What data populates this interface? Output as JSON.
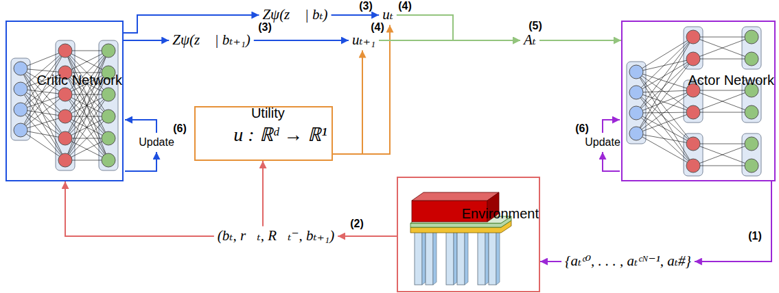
{
  "diagram": {
    "nodes": [
      {
        "text": [
          "Critic Network"
        ]
      },
      {
        "text": [
          "Zψ(z⃗ | bₜ)"
        ]
      },
      {
        "text": [
          "Zψ(z⃗ | bₜ₊₁)"
        ]
      },
      {
        "text": [
          "uₜ"
        ]
      },
      {
        "text": [
          "uₜ₊₁"
        ]
      },
      {
        "text": [
          "Aₜ"
        ]
      },
      {
        "text": [
          "Actor Network"
        ]
      },
      {
        "text": [
          "Utility",
          "u : ℝᵈ → ℝ¹"
        ]
      },
      {
        "text": [
          "(bₜ, r⃗ₜ, R⃗ₜ⁻, bₜ₊₁)"
        ]
      },
      {
        "text": [
          "Environment"
        ]
      },
      {
        "text": [
          "{aₜᶜ⁰, . . . , aₜᶜᴺ⁻¹, aₜ#}"
        ]
      }
    ],
    "edges": [
      {
        "from": 0,
        "to": 1,
        "arrow": "to"
      },
      {
        "from": 0,
        "to": 2,
        "arrow": "to"
      },
      {
        "from": 1,
        "to": 3,
        "arrow": "to"
      },
      {
        "from": 2,
        "to": 4,
        "arrow": "to"
      },
      {
        "from": 7,
        "to": 3,
        "arrow": "to"
      },
      {
        "from": 7,
        "to": 4,
        "arrow": "to"
      },
      {
        "from": 3,
        "to": 5,
        "arrow": "to"
      },
      {
        "from": 4,
        "to": 5,
        "arrow": "to"
      },
      {
        "from": 5,
        "to": 6,
        "arrow": "to"
      },
      {
        "from": 6,
        "to": 10,
        "arrow": "to"
      },
      {
        "from": 10,
        "to": 9,
        "arrow": "to"
      },
      {
        "from": 9,
        "to": 8,
        "arrow": "to"
      },
      {
        "from": 8,
        "to": 0,
        "arrow": "to"
      },
      {
        "from": 8,
        "to": 7,
        "arrow": "to"
      }
    ],
    "labels": [
      "(3)",
      "(4)",
      "(3)",
      "(4)",
      "(5)",
      "(6)",
      "Update",
      "(6)",
      "Update",
      "(1)",
      "(2)"
    ]
  }
}
